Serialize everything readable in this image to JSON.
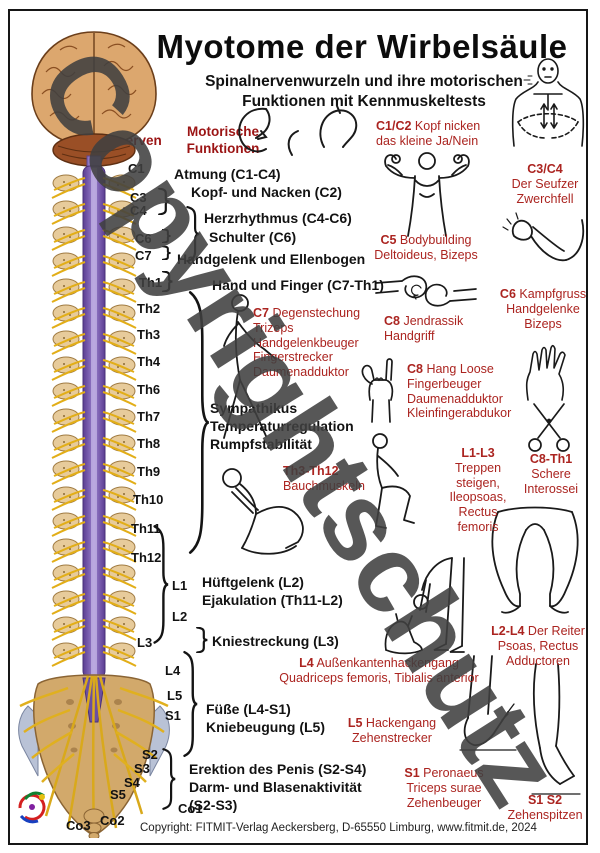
{
  "page": {
    "title": "Myotome der Wirbelsäule",
    "subtitle": "Spinalnervenwurzeln und ihre motorischen\nFunktionen mit Kennmuskeltests",
    "watermark": "Copyrightschutz",
    "footer": "Copyright: FITMIT-Verlag Aeckersberg, D-65550 Limburg, www.fitmit.de, 2024"
  },
  "headers": {
    "nerves": "Nerven",
    "functions": "Motorische\nFunktionen"
  },
  "spine": {
    "levels": [
      "C1",
      "C3",
      "C4",
      "C6",
      "C7",
      "Th1",
      "Th2",
      "Th3",
      "Th4",
      "Th6",
      "Th7",
      "Th8",
      "Th9",
      "Th10",
      "Th11",
      "Th12",
      "L1",
      "L2",
      "L3",
      "L4",
      "L5",
      "S1",
      "S2",
      "S3",
      "S4",
      "S5",
      "Co1",
      "Co2",
      "Co3"
    ]
  },
  "functions": [
    {
      "text": "Atmung (C1-C4)"
    },
    {
      "text": "Kopf- und Nacken (C2)"
    },
    {
      "text": "Herzrhythmus (C4-C6)"
    },
    {
      "text": "Schulter (C6)"
    },
    {
      "text": "Handgelenk und Ellenbogen"
    },
    {
      "text": "Hand und Finger (C7-Th1)"
    },
    {
      "text": "Sympathikus\nTemperaturregulation\nRumpfstabilität"
    },
    {
      "text": "Hüftgelenk (L2)\nEjakulation (Th11-L2)"
    },
    {
      "text": "Kniestreckung (L3)"
    },
    {
      "text": "Füße (L4-S1)\nKniebeugung (L5)"
    },
    {
      "text": "Erektion des Penis (S2-S4)\nDarm- und Blasenaktivität\n(S2-S3)"
    }
  ],
  "annotations": [
    {
      "lead": "C1/C2",
      "rest": " Kopf nicken\ndas kleine Ja/Nein"
    },
    {
      "lead": "C3/C4",
      "rest": "\nDer Seufzer\nZwerchfell"
    },
    {
      "lead": "C5",
      "rest": " Bodybuilding\nDeltoideus, Bizeps"
    },
    {
      "lead": "C6",
      "rest": " Kampfgruss\nHandgelenke\nBizeps"
    },
    {
      "lead": "C7",
      "rest": " Degenstechung\nTrizeps\nHandgelenkbeuger\nFingerstrecker\nDaumenadduktor"
    },
    {
      "lead": "C8",
      "rest": " Jendrassik\nHandgriff"
    },
    {
      "lead": "C8",
      "rest": " Hang Loose\nFingerbeuger\nDaumenadduktor\nKleinfingerabdukor"
    },
    {
      "lead": "Th3-Th12",
      "rest": "\nBauchmuskeln"
    },
    {
      "lead": "L1-L3",
      "rest": "\nTreppen\nsteigen,\nIleopsoas,\nRectus\nfemoris"
    },
    {
      "lead": "C8-Th1",
      "rest": "\nSchere\nInterossei"
    },
    {
      "lead": "L2-L4",
      "rest": " Der Reiter\nPsoas, Rectus\nAdductoren"
    },
    {
      "lead": "L4",
      "rest": " Außenkantenhackengang\nQuadriceps femoris, Tibialis anterior"
    },
    {
      "lead": "L5",
      "rest": " Hackengang\nZehenstrecker"
    },
    {
      "lead": "S1",
      "rest": " Peronaeus\nTriceps surae\nZehenbeuger"
    },
    {
      "lead": "S1 S2",
      "rest": "\nZehenspitzen"
    }
  ]
}
